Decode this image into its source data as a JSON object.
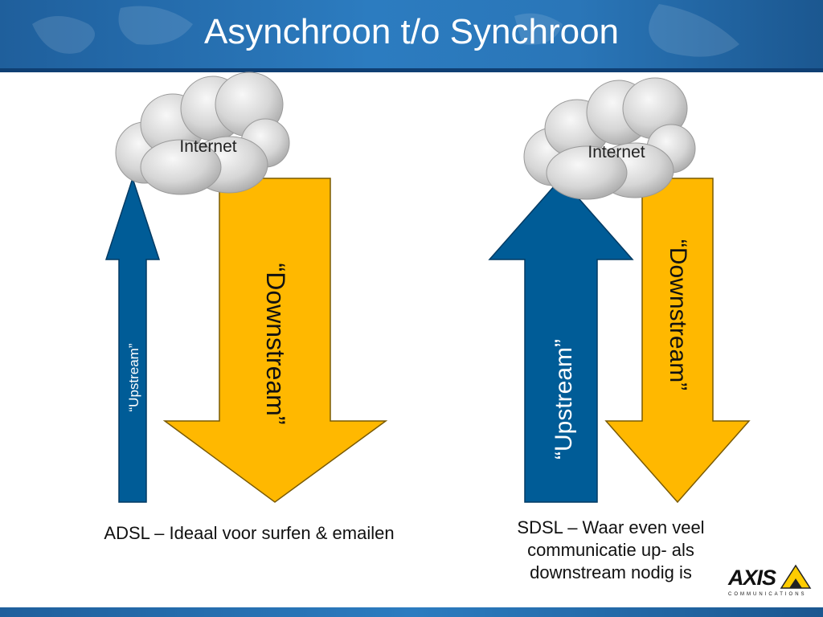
{
  "slide": {
    "title": "Asynchroon t/o Synchroon"
  },
  "diagram": {
    "left": {
      "cloud_label": "Internet",
      "upstream_label": "“Upstream”",
      "downstream_label": "“Downstream”",
      "caption": "ADSL – Ideaal voor surfen & emailen"
    },
    "right": {
      "cloud_label": "Internet",
      "upstream_label": "“Upstream”",
      "downstream_label": "“Downstream”",
      "caption": "SDSL – Waar even veel communicatie up- als downstream nodig is"
    }
  },
  "colors": {
    "upstream": "#005c97",
    "downstream": "#ffb800",
    "header": "#2a76b8"
  },
  "logo": {
    "word": "AXIS",
    "sub": "COMMUNICATIONS"
  }
}
